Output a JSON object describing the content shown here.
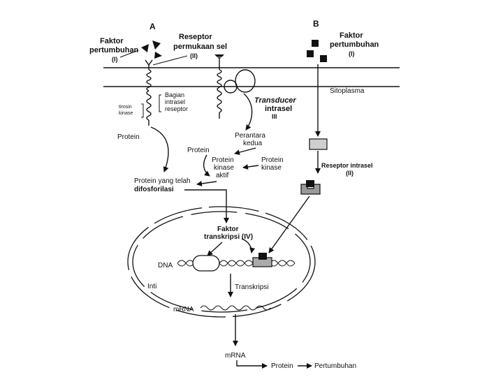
{
  "panels": {
    "a": "A",
    "b": "B"
  },
  "growth_factor_a": {
    "line1": "Faktor",
    "line2": "pertumbuhan",
    "numeral": "(I)"
  },
  "surface_receptor": {
    "line1": "Reseptor",
    "line2": "permukaan sel",
    "numeral": "(II)"
  },
  "intracell_part": {
    "line1": "Bagian",
    "line2": "intrasel",
    "line3": "reseptor"
  },
  "tyrosine_kinase": {
    "line1": "tirosin",
    "line2": "kinase"
  },
  "transducer": {
    "line1": "Transducer",
    "line2": "intrasel",
    "line3": "III"
  },
  "cytoplasm": "Sitoplasma",
  "growth_factor_b": {
    "line1": "Faktor",
    "line2": "pertumbuhan",
    "numeral": "(I)"
  },
  "second_messenger": {
    "line1": "Perantara",
    "line2": "kedua"
  },
  "protein_left": "Protein",
  "protein_mid": "Protein",
  "active_kinase": {
    "line1": "Protein",
    "line2": "kinase",
    "line3": "aktif"
  },
  "kinase": {
    "line1": "Protein",
    "line2": "kinase"
  },
  "phospho_protein": {
    "line1": "Protein yang telah",
    "line2": "difosforilasi"
  },
  "intracell_receptor": {
    "line1": "Reseptor intrasel",
    "line2": "(II)"
  },
  "transcription_factor": {
    "line1": "Faktor",
    "line2": "transkripsi (IV)"
  },
  "dna": "DNA",
  "nucleus": "Inti",
  "transcription": "Transkripsi",
  "mrna_inside": "mRNA",
  "mrna_outside": "mRNA",
  "protein_final": "Protein",
  "growth": "Pertumbuhan"
}
